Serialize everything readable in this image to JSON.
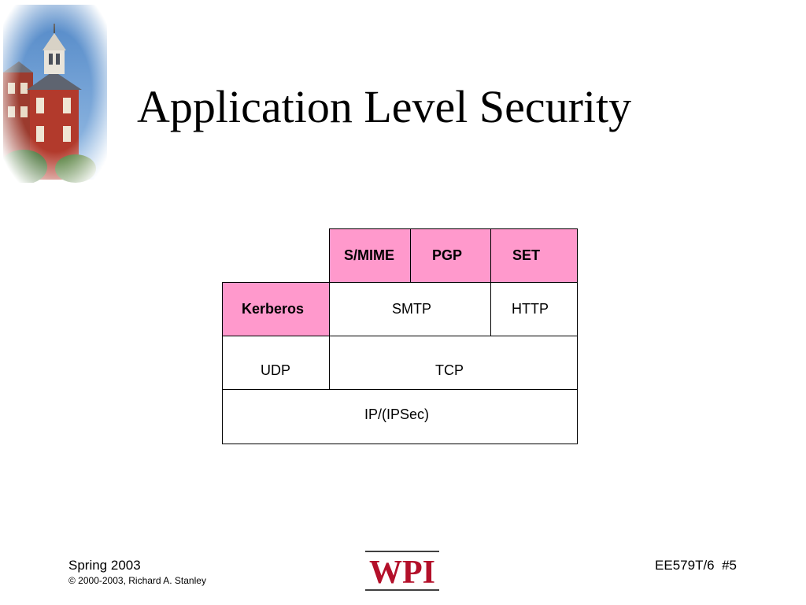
{
  "slide": {
    "title": "Application Level Security"
  },
  "diagram": {
    "cells": {
      "smime": "S/MIME",
      "pgp": "PGP",
      "set": "SET",
      "kerberos": "Kerberos",
      "smtp": "SMTP",
      "http": "HTTP",
      "udp": "UDP",
      "tcp": "TCP",
      "ip": "IP/(IPSec)"
    },
    "highlight_color": "#ff99cc"
  },
  "footer": {
    "term": "Spring 2003",
    "copyright": "© 2000-2003, Richard A. Stanley",
    "course": "EE579T/6  #5",
    "logo_text": "WPI"
  },
  "colors": {
    "logo_red": "#b3102a"
  },
  "icons": {
    "header_image": "building-tower-photo",
    "footer_logo": "wpi-logo"
  }
}
